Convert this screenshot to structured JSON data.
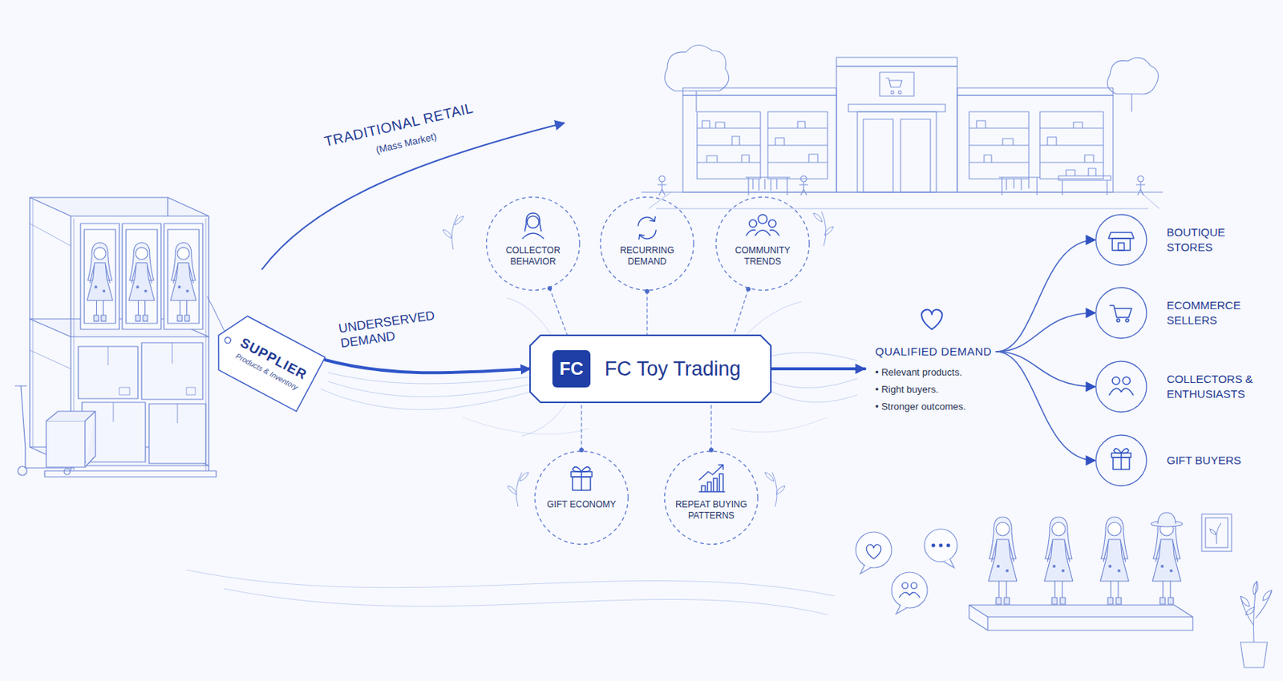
{
  "diagram": {
    "nodes": [
      {
        "text": [
          "SUPPLIER",
          "Products & Inventory"
        ]
      },
      {
        "text": [
          "COLLECTOR BEHAVIOR"
        ]
      },
      {
        "text": [
          "RECURRING DEMAND"
        ]
      },
      {
        "text": [
          "COMMUNITY TRENDS"
        ]
      },
      {
        "text": [
          "FC Toy Trading"
        ]
      },
      {
        "text": [
          "FC"
        ],
        "in": 4
      },
      {
        "text": [
          "GIFT ECONOMY"
        ]
      },
      {
        "text": [
          "REPEAT BUYING PATTERNS"
        ]
      },
      {
        "text": [
          "QUALIFIED DEMAND",
          "• Relevant products.",
          "• Right buyers.",
          "• Stronger outcomes."
        ]
      },
      {
        "text": [
          "BOUTIQUE STORES"
        ]
      },
      {
        "text": [
          "ECOMMERCE SELLERS"
        ]
      },
      {
        "text": [
          "COLLECTORS & ENTHUSIASTS"
        ]
      },
      {
        "text": [
          "GIFT BUYERS"
        ]
      }
    ],
    "edges": [
      {
        "from": 0,
        "to": 4,
        "label": "UNDERSERVED DEMAND",
        "arrow": "to"
      },
      {
        "from": 1,
        "to": 4,
        "arrow": "none"
      },
      {
        "from": 2,
        "to": 4,
        "arrow": "none"
      },
      {
        "from": 3,
        "to": 4,
        "arrow": "none"
      },
      {
        "from": 6,
        "to": 4,
        "arrow": "none"
      },
      {
        "from": 7,
        "to": 4,
        "arrow": "none"
      },
      {
        "from": 4,
        "to": 8,
        "arrow": "to"
      },
      {
        "from": 8,
        "to": 9,
        "arrow": "to"
      },
      {
        "from": 8,
        "to": 10,
        "arrow": "to"
      },
      {
        "from": 8,
        "to": 11,
        "arrow": "to"
      },
      {
        "from": 8,
        "to": 12,
        "arrow": "to"
      }
    ],
    "labels": [
      "TRADITIONAL RETAIL",
      "(Mass Market)"
    ]
  }
}
